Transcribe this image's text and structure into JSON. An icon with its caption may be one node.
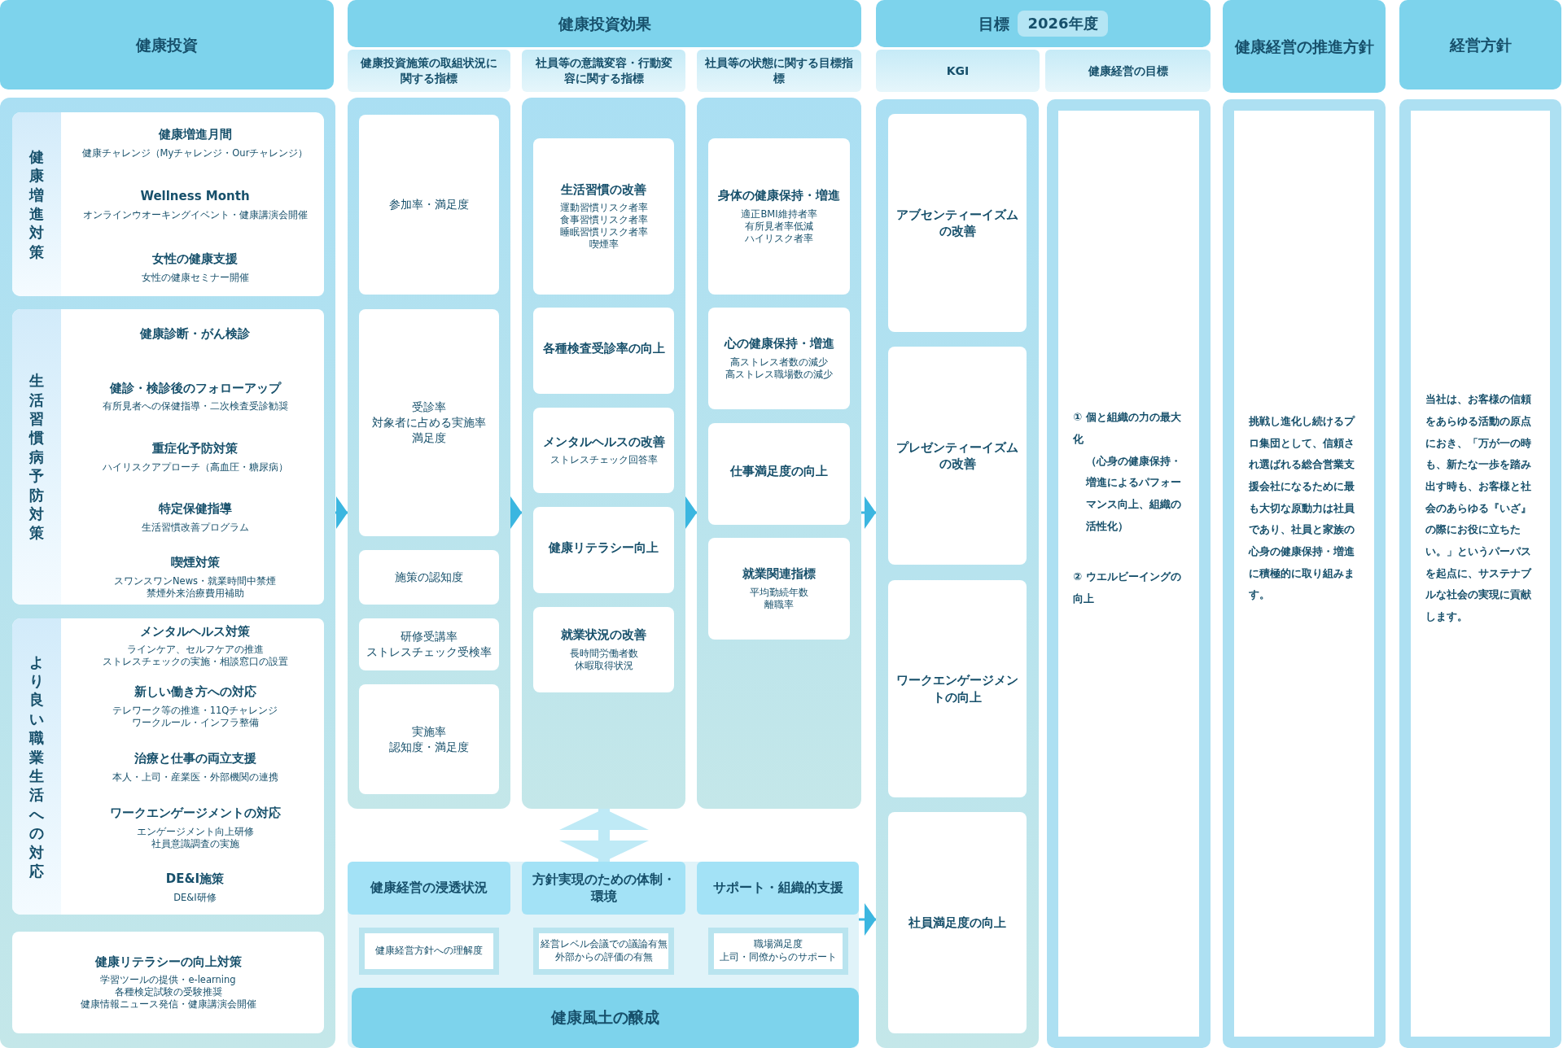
{
  "diagram": {
    "nodes": [
      {
        "text": [
          "健康投資"
        ]
      },
      {
        "text": [],
        "shape": "box"
      },
      {
        "text": [
          "健康増進対策"
        ],
        "in": 1
      },
      {
        "text": [
          "健康増進月間",
          "健康チャレンジ（Myチャレンジ・Ourチャレンジ）"
        ],
        "in": 2
      },
      {
        "text": [
          "Wellness Month",
          "オンラインウオーキングイベント・健康講演会開催"
        ],
        "in": 2
      },
      {
        "text": [
          "女性の健康支援",
          "女性の健康セミナー開催"
        ],
        "in": 2
      },
      {
        "text": [
          "生活習慣病予防対策"
        ],
        "in": 1
      },
      {
        "text": [
          "健康診断・がん検診"
        ],
        "in": 6
      },
      {
        "text": [
          "健診・検診後のフォローアップ",
          "有所見者への保健指導・二次検査受診勧奨"
        ],
        "in": 6
      },
      {
        "text": [
          "重症化予防対策",
          "ハイリスクアプローチ（高血圧・糖尿病）"
        ],
        "in": 6
      },
      {
        "text": [
          "特定保健指導",
          "生活習慣改善プログラム"
        ],
        "in": 6
      },
      {
        "text": [
          "喫煙対策",
          "スワンスワンNews・就業時間中禁煙",
          "禁煙外来治療費用補助"
        ],
        "in": 6
      },
      {
        "text": [
          "より良い職業生活への対応"
        ],
        "in": 1
      },
      {
        "text": [
          "メンタルヘルス対策",
          "ラインケア、セルフケアの推進",
          "ストレスチェックの実施・相談窓口の設置"
        ],
        "in": 12
      },
      {
        "text": [
          "新しい働き方への対応",
          "テレワーク等の推進・11Qチャレンジ",
          "ワークルール・インフラ整備"
        ],
        "in": 12
      },
      {
        "text": [
          "治療と仕事の両立支援",
          "本人・上司・産業医・外部機関の連携"
        ],
        "in": 12
      },
      {
        "text": [
          "ワークエンゲージメントの対応",
          "エンゲージメント向上研修",
          "社員意識調査の実施"
        ],
        "in": 12
      },
      {
        "text": [
          "DE&I施策",
          "DE&I研修"
        ],
        "in": 12
      },
      {
        "text": [
          "健康リテラシーの向上対策",
          "学習ツールの提供・e-learning",
          "各種検定試験の受験推奨",
          "健康情報ニュース発信・健康講演会開催"
        ],
        "in": 1
      },
      {
        "text": [
          "健康投資効果"
        ]
      },
      {
        "text": [
          "健康投資施策の取組状況に関する指標"
        ]
      },
      {
        "text": [
          "社員等の意識変容・行動変容に関する指標"
        ]
      },
      {
        "text": [
          "社員等の状態に関する目標指標"
        ]
      },
      {
        "text": [],
        "shape": "box"
      },
      {
        "text": [
          "参加率・満足度"
        ],
        "in": 23
      },
      {
        "text": [
          "受診率",
          "対象者に占める実施率",
          "満足度"
        ],
        "in": 23
      },
      {
        "text": [
          "施策の認知度"
        ],
        "in": 23
      },
      {
        "text": [
          "研修受講率",
          "ストレスチェック受検率"
        ],
        "in": 23
      },
      {
        "text": [
          "実施率",
          "認知度・満足度"
        ],
        "in": 23
      },
      {
        "text": [],
        "shape": "box"
      },
      {
        "text": [
          "生活習慣の改善",
          "運動習慣リスク者率",
          "食事習慣リスク者率",
          "睡眠習慣リスク者率",
          "喫煙率"
        ],
        "in": 29
      },
      {
        "text": [
          "各種検査受診率の向上"
        ],
        "in": 29
      },
      {
        "text": [
          "メンタルヘルスの改善",
          "ストレスチェック回答率"
        ],
        "in": 29
      },
      {
        "text": [
          "健康リテラシー向上"
        ],
        "in": 29
      },
      {
        "text": [
          "就業状況の改善",
          "長時間労働者数",
          "休暇取得状況"
        ],
        "in": 29
      },
      {
        "text": [],
        "shape": "box"
      },
      {
        "text": [
          "身体の健康保持・増進",
          "適正BMI維持者率",
          "有所見者率低減",
          "ハイリスク者率"
        ],
        "in": 35
      },
      {
        "text": [
          "心の健康保持・増進",
          "高ストレス者数の減少",
          "高ストレス職場数の減少"
        ],
        "in": 35
      },
      {
        "text": [
          "仕事満足度の向上"
        ],
        "in": 35
      },
      {
        "text": [
          "就業関連指標",
          "平均勤続年数",
          "離職率"
        ],
        "in": 35
      },
      {
        "text": [],
        "shape": "box"
      },
      {
        "text": [
          "健康経営の浸透状況"
        ],
        "in": 40
      },
      {
        "text": [
          "方針実現のための体制・環境"
        ],
        "in": 40
      },
      {
        "text": [
          "サポート・組織的支援"
        ],
        "in": 40
      },
      {
        "text": [
          "健康経営方針への理解度"
        ],
        "in": 40
      },
      {
        "text": [
          "経営レベル会議での議論有無",
          "外部からの評価の有無"
        ],
        "in": 40
      },
      {
        "text": [
          "職場満足度",
          "上司・同僚からのサポート"
        ],
        "in": 40
      },
      {
        "text": [
          "健康風土の醸成"
        ],
        "in": 40
      },
      {
        "text": [
          "目標",
          "2026年度"
        ]
      },
      {
        "text": [
          "KGI"
        ]
      },
      {
        "text": [
          "健康経営の目標"
        ]
      },
      {
        "text": [],
        "shape": "box"
      },
      {
        "text": [
          "アブセンティーイズムの改善"
        ],
        "in": 51
      },
      {
        "text": [
          "プレゼンティーイズムの改善"
        ],
        "in": 51
      },
      {
        "text": [
          "ワークエンゲージメントの向上"
        ],
        "in": 51
      },
      {
        "text": [
          "社員満足度の向上"
        ],
        "in": 51
      },
      {
        "text": [
          "① 個と組織の力の最大化",
          "（心身の健康保持・増進によるパフォーマンス向上、組織の活性化）",
          "② ウエルビーイングの向上"
        ]
      },
      {
        "text": [
          "健康経営の推進方針"
        ]
      },
      {
        "text": [
          "挑戦し進化し続けるプロ集団として、信頼され選ばれる総合営業支援会社になるために最も大切な原動力は社員であり、社員と家族の心身の健康保持・増進に積極的に取り組みます。"
        ]
      },
      {
        "text": [
          "経営方針"
        ]
      },
      {
        "text": [
          "当社は、お客様の信頼をあらゆる活動の原点におき、「万が一の時も、新たな一歩を踏み出す時も、お客様と社会のあらゆる『いざ』の際にお役に立ちたい。」というパーパスを起点に、サステナブルな社会の実現に貢献します。"
        ]
      }
    ],
    "edges": [
      {
        "from": 1,
        "to": 23,
        "arrow": "to"
      },
      {
        "from": 23,
        "to": 29,
        "arrow": "to"
      },
      {
        "from": 29,
        "to": 35,
        "arrow": "to"
      },
      {
        "from": 35,
        "to": 51,
        "arrow": "to"
      },
      {
        "from": 40,
        "to": 51,
        "arrow": "to"
      },
      {
        "from": 29,
        "to": 42,
        "arrow": "both",
        "style": "thick",
        "color": "#bfeaf6"
      }
    ]
  }
}
